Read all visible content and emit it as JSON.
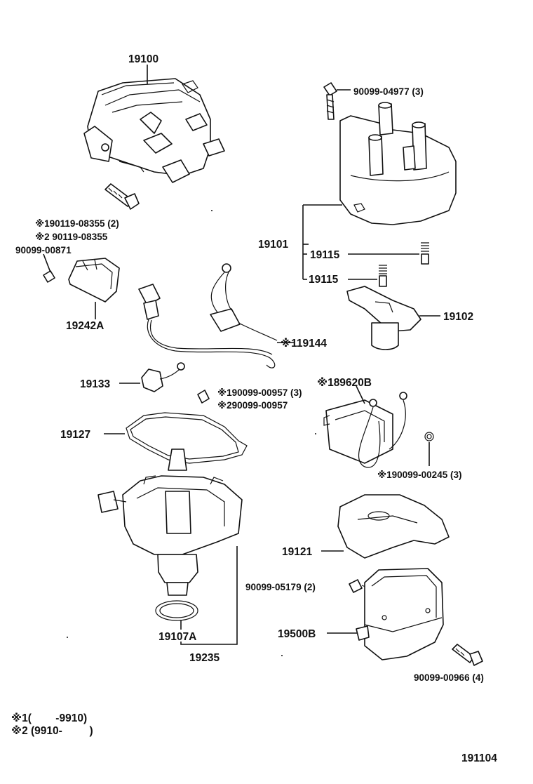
{
  "labels": {
    "p19100": "19100",
    "p190119": "※190119-08355 (2)",
    "p2_90119": "※2 90119-08355",
    "p90099_00871": "90099-00871",
    "p19242a": "19242A",
    "p119144": "※119144",
    "p19133": "19133",
    "p190099_00957": "※190099-00957 (3)",
    "p290099_00957": "※290099-00957",
    "p19127": "19127",
    "p19107a": "19107A",
    "p19235": "19235",
    "p90099_04977": "90099-04977 (3)",
    "p19101": "19101",
    "p19115a": "19115",
    "p19115b": "19115",
    "p19102": "19102",
    "p189620b": "※189620B",
    "p190099_00245": "※190099-00245 (3)",
    "p19121": "19121",
    "p90099_05179": "90099-05179 (2)",
    "p19500b": "19500B",
    "p90099_00966": "90099-00966 (4)"
  },
  "footnotes": {
    "note1": "※1(        -9910)",
    "note2": "※2 (9910-         )"
  },
  "page_code": "191104"
}
